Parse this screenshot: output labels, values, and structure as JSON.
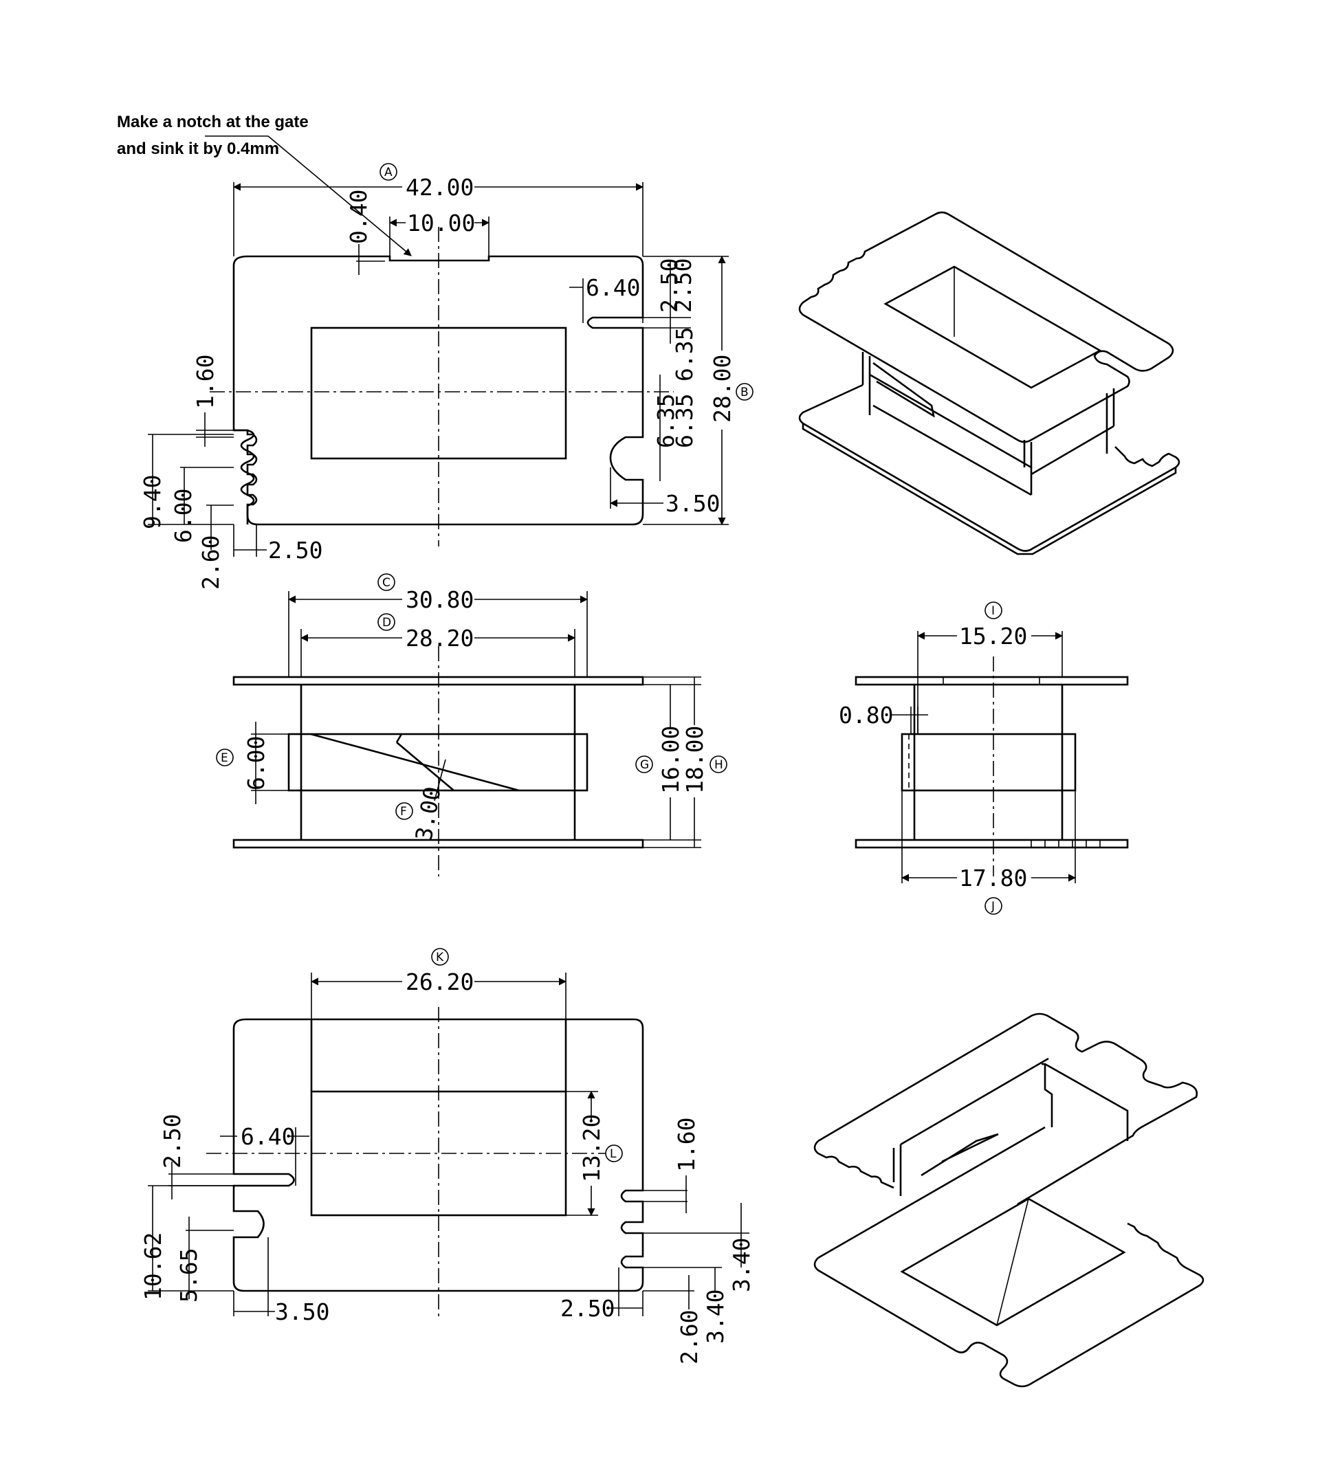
{
  "note": {
    "line1": "Make a notch at the gate",
    "line2": "and sink it by 0.4mm"
  },
  "top_view": {
    "dims": {
      "width": "42.00",
      "notch_width": "10.00",
      "notch_depth": "0.40",
      "slot_len": "6.40",
      "slot_w": "2.50",
      "offset_635_a": "6.35",
      "offset_635_b": "6.35",
      "offset_635_c": "6.35",
      "height": "28.00",
      "pin_1_60": "1.60",
      "pin_9_40": "9.40",
      "pin_6_00": "6.00",
      "pin_2_60": "2.60",
      "pin_2_50": "2.50",
      "slot_3_50": "3.50"
    },
    "labels": {
      "a": "A",
      "b": "B"
    }
  },
  "front_view": {
    "dims": {
      "w_30_80": "30.80",
      "w_28_20": "28.20",
      "h_6_00": "6.00",
      "h_3_00": "3.00",
      "h_16_00": "16.00",
      "h_18_00": "18.00"
    },
    "labels": {
      "c": "C",
      "d": "D",
      "e": "E",
      "f": "F",
      "g": "G",
      "h": "H"
    }
  },
  "side_view": {
    "dims": {
      "w_15_20": "15.20",
      "t_0_80": "0.80",
      "w_17_80": "17.80"
    },
    "labels": {
      "i": "I",
      "j": "J"
    }
  },
  "bottom_view": {
    "dims": {
      "w_26_20": "26.20",
      "slot_6_40": "6.40",
      "slot_2_50": "2.50",
      "h_13_20": "13.20",
      "pin_1_60": "1.60",
      "pin_10_62": "10.62",
      "pin_5_65": "5.65",
      "pin_3_50": "3.50",
      "pin_2_50": "2.50",
      "pin_2_60": "2.60",
      "pin_3_40_a": "3.40",
      "pin_3_40_b": "3.40"
    },
    "labels": {
      "k": "K",
      "l": "L"
    }
  }
}
